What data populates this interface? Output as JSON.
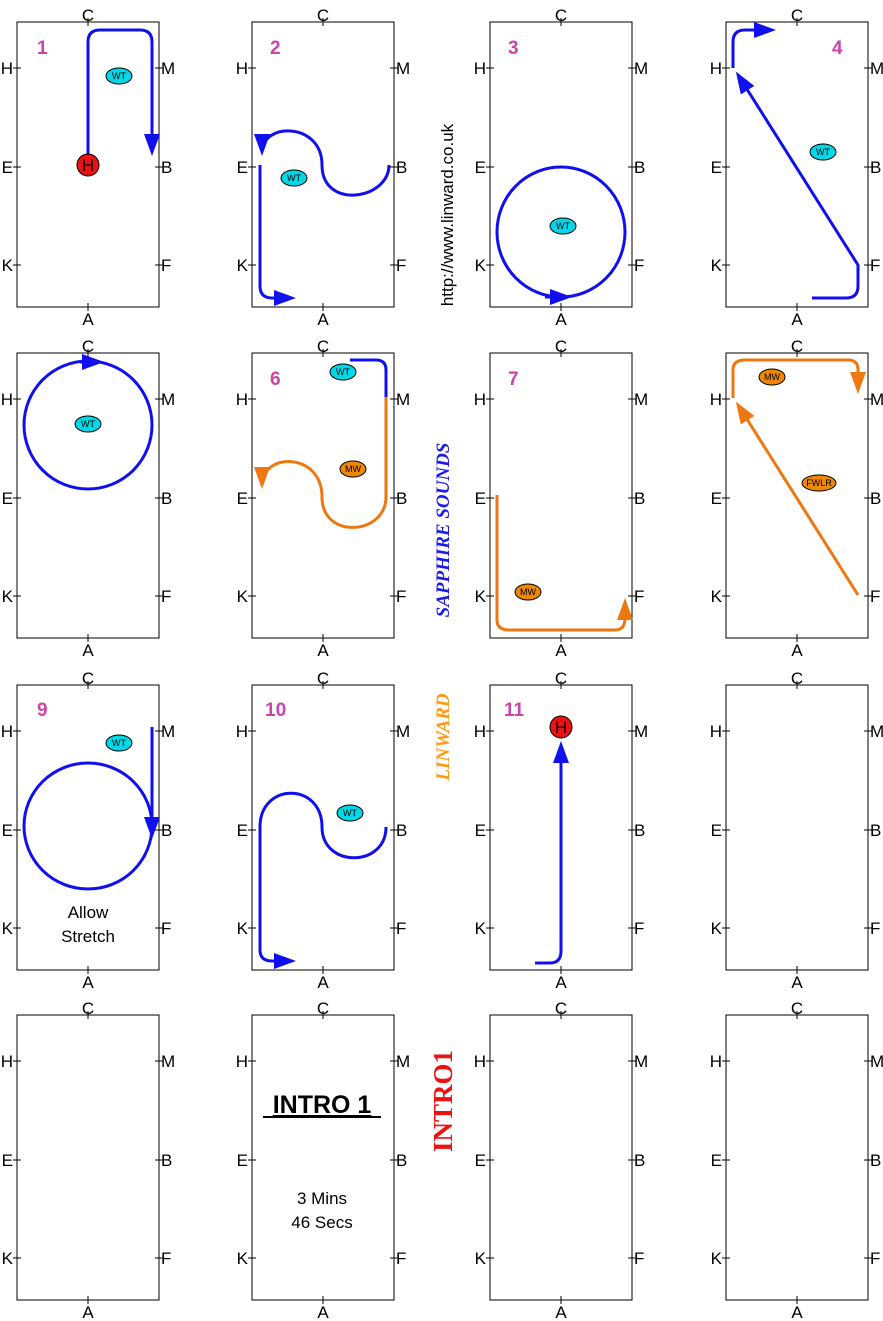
{
  "letters": {
    "top": "C",
    "bottom": "A",
    "left": [
      "H",
      "E",
      "K"
    ],
    "right": [
      "M",
      "B",
      "F"
    ]
  },
  "movement_numbers": [
    "1",
    "2",
    "3",
    "4",
    "6",
    "7",
    "9",
    "10",
    "11"
  ],
  "side_text": {
    "url": "http://www.linward.co.uk",
    "sapphire": "SAPPHIRE SOUNDS",
    "linward": "LINWARD",
    "intro": "INTRO1"
  },
  "markers": {
    "halt": "H",
    "wt": "WT",
    "mw": "MW",
    "fwlr": "FWLR"
  },
  "notes": {
    "allow": "Allow",
    "stretch": "Stretch"
  },
  "title_box": {
    "title": "INTRO 1",
    "mins": "3 Mins",
    "secs": "46 Secs"
  },
  "colors": {
    "number": "#cc44aa",
    "trot": "#1010ee",
    "walk": "#ee7711",
    "halt": "#ee1111",
    "wt_fill": "#00d8e8",
    "mw_fill": "#ee8800"
  }
}
